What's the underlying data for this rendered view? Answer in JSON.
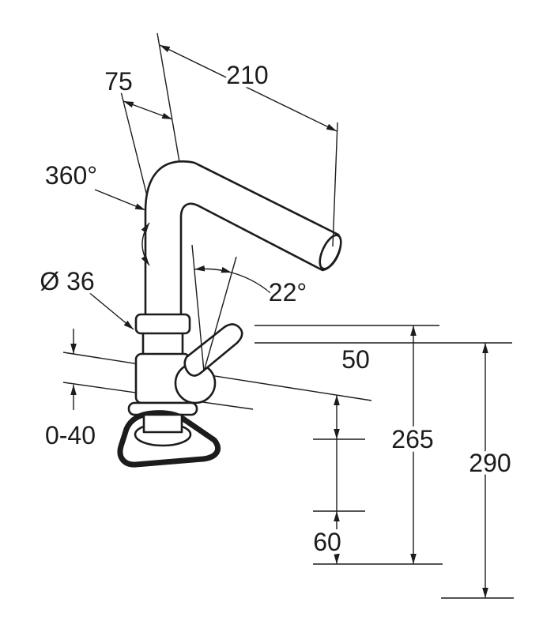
{
  "drawing": {
    "background_color": "#ffffff",
    "line_color": "#1c1c1c",
    "labels": {
      "spout_offset": "75",
      "spout_reach": "210",
      "swivel_angle": "360°",
      "body_diameter": "Ø 36",
      "lever_angle": "22°",
      "dim_50": "50",
      "mounting_depth_range": "0-40",
      "dim_265": "265",
      "dim_290": "290",
      "dim_60": "60"
    }
  }
}
